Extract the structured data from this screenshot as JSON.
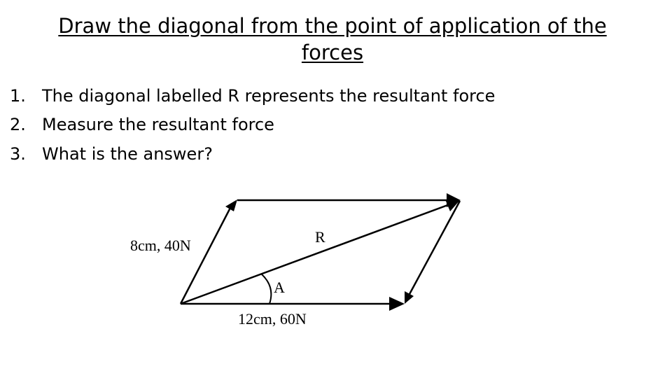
{
  "title": "Draw the diagonal from the point of application of the forces",
  "steps": [
    {
      "number": "1.",
      "text": "The diagonal labelled R represents the resultant force"
    },
    {
      "number": "2.",
      "text": "Measure the resultant force"
    },
    {
      "number": "3.",
      "text": "What is the answer?"
    }
  ],
  "diagram": {
    "left_force_label": "8cm, 40N",
    "bottom_force_label": "12cm, 60N",
    "resultant_label": "R",
    "angle_label": "A"
  }
}
